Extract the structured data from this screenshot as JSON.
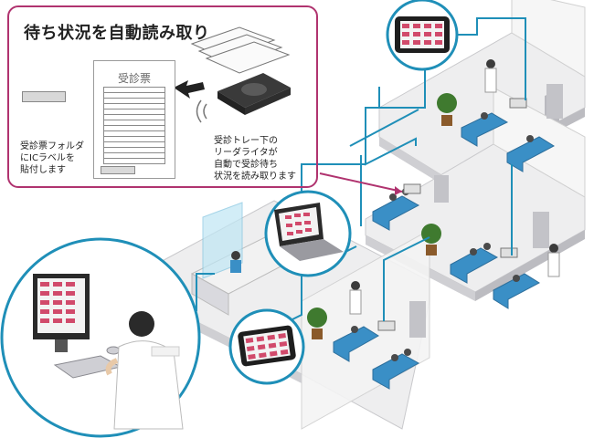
{
  "callout": {
    "title": "待ち状況を自動読み取り",
    "form_title": "受診票",
    "left_note": [
      "受診票フォルダ",
      "にICラベルを",
      "貼付します"
    ],
    "right_note": [
      "受診トレー下の",
      "リーダライタが",
      "自動で受診待ち",
      "状況を読み取ります"
    ]
  },
  "colors": {
    "callout_border": "#b0336f",
    "callout_fill": "#fbe9f1",
    "network_line": "#1f8fb8",
    "floor": "#e8e8ea",
    "wall": "#f4f4f4",
    "sofa": "#3a8fc6",
    "plant": "#3f7a2f"
  },
  "icons": [
    "tablet-icon",
    "laptop-icon",
    "desktop-monitor-icon",
    "keyboard-icon",
    "mouse-icon",
    "card-reader-icon",
    "wireless-signal-icon",
    "arrow-right-icon",
    "person-icon",
    "doctor-icon",
    "sofa-icon",
    "plant-icon",
    "door-icon",
    "printer-icon"
  ]
}
